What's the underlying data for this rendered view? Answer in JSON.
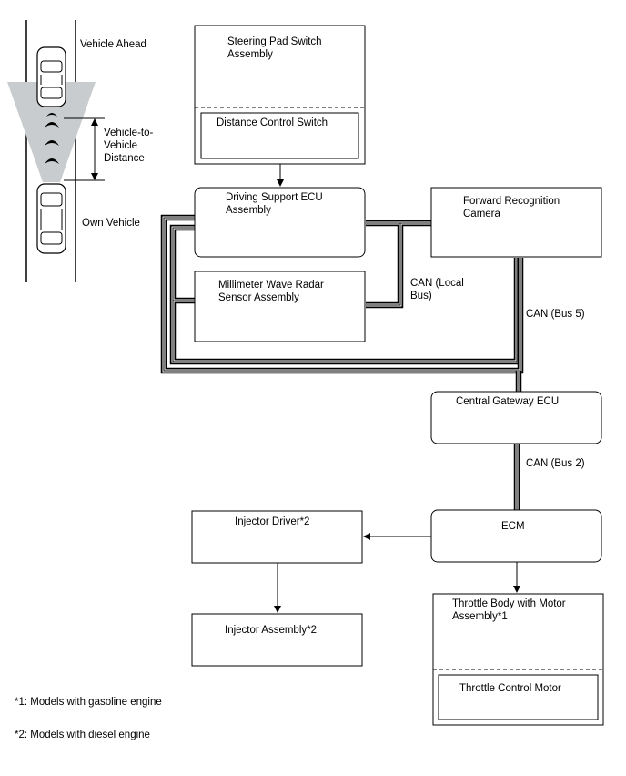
{
  "scene": {
    "vehicle_ahead": "Vehicle Ahead",
    "distance": "Vehicle-to-\nVehicle\nDistance",
    "own_vehicle": "Own Vehicle"
  },
  "boxes": {
    "steering_pad": "Steering Pad Switch\nAssembly",
    "distance_control_switch": "Distance Control Switch",
    "driving_support_ecu": "Driving Support ECU\nAssembly",
    "forward_camera": "Forward Recognition\nCamera",
    "radar": "Millimeter Wave Radar\nSensor Assembly",
    "gateway": "Central Gateway ECU",
    "ecm": "ECM",
    "injector_driver": "Injector Driver*2",
    "injector_assembly": "Injector Assembly*2",
    "throttle_body": "Throttle Body with Motor\nAssembly*1",
    "throttle_motor": "Throttle Control Motor"
  },
  "buses": {
    "local": "CAN (Local\nBus)",
    "bus5": "CAN (Bus 5)",
    "bus2": "CAN (Bus 2)"
  },
  "notes": {
    "note1": "*1: Models with gasoline engine",
    "note2": "*2: Models with diesel engine"
  }
}
